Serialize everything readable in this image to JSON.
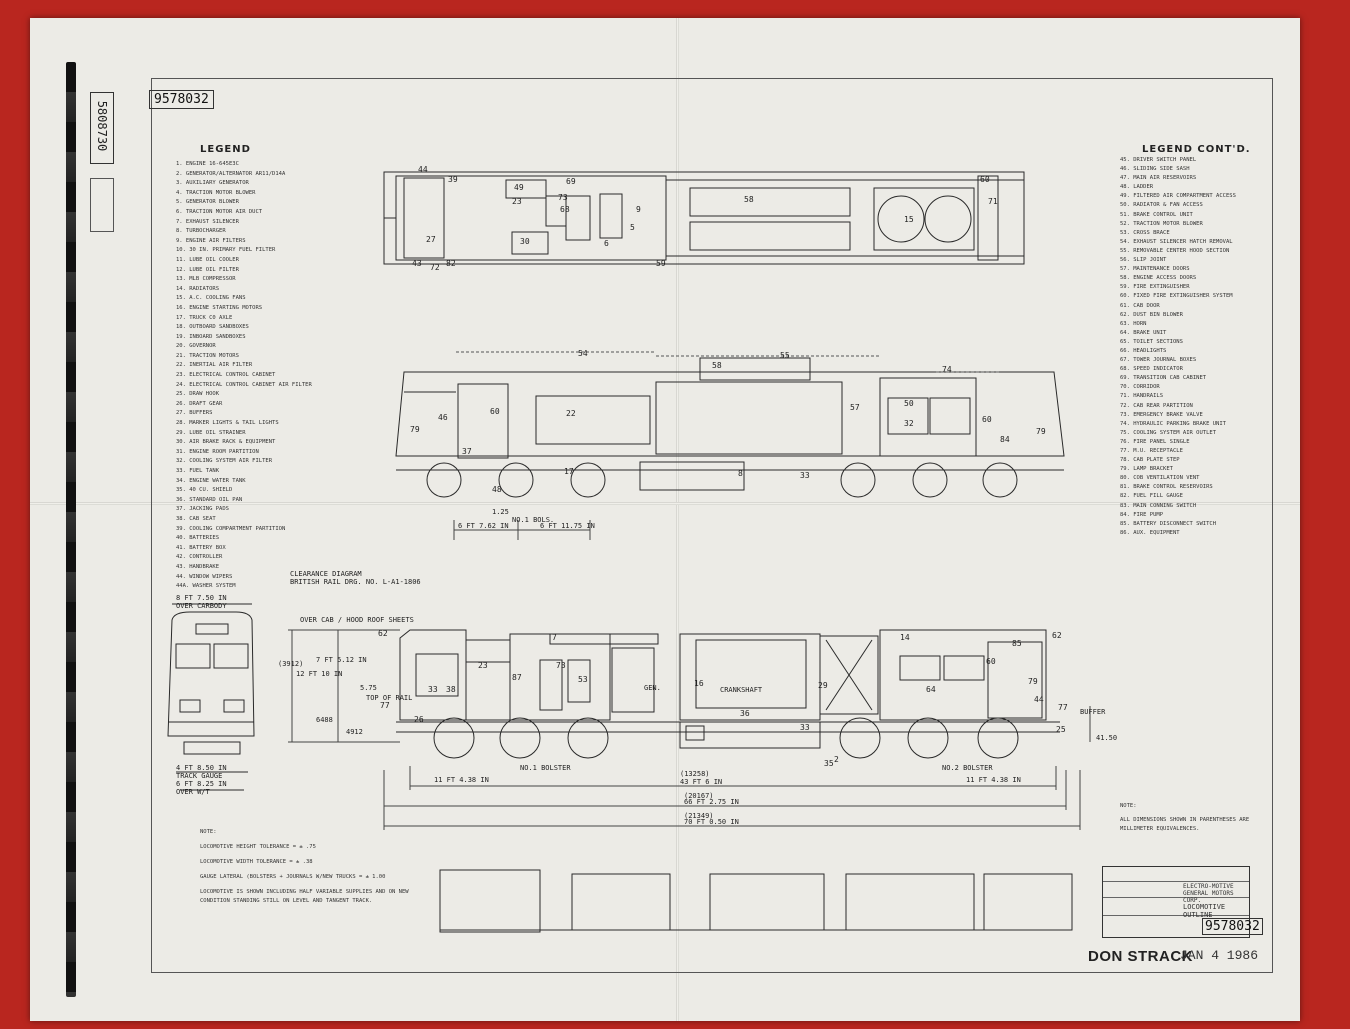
{
  "drawing": {
    "number": "9578032",
    "side_tag": "5808730",
    "title": "LOCOMOTIVE OUTLINE",
    "maker_line1": "ELECTRO-MOTIVE",
    "maker_line2": "GENERAL MOTORS CORP.",
    "annotation": "DON STRACK",
    "annotation_date": "JAN 4 1986"
  },
  "legend": {
    "title": "LEGEND",
    "items": [
      "1.  ENGINE 16-645E3C",
      "2.  GENERATOR/ALTERNATOR AR11/D14A",
      "3.  AUXILIARY GENERATOR",
      "4.  TRACTION MOTOR BLOWER",
      "5.  GENERATOR BLOWER",
      "6.  TRACTION MOTOR AIR DUCT",
      "7.  EXHAUST SILENCER",
      "8.  TURBOCHARGER",
      "9.  ENGINE AIR FILTERS",
      "10. 30 IN. PRIMARY FUEL FILTER",
      "11. LUBE OIL COOLER",
      "12. LUBE OIL FILTER",
      "13. MLB COMPRESSOR",
      "14. RADIATORS",
      "15. A.C. COOLING FANS",
      "16. ENGINE STARTING MOTORS",
      "17. TRUCK C0 AXLE",
      "18. OUTBOARD SANDBOXES",
      "19. INBOARD SANDBOXES",
      "20. GOVERNOR",
      "21. TRACTION MOTORS",
      "22. INERTIAL AIR FILTER",
      "23. ELECTRICAL CONTROL CABINET",
      "24. ELECTRICAL CONTROL CABINET AIR FILTER",
      "25. DRAW HOOK",
      "26. DRAFT GEAR",
      "27. BUFFERS",
      "28. MARKER LIGHTS & TAIL LIGHTS",
      "29. LUBE OIL STRAINER",
      "30. AIR BRAKE RACK & EQUIPMENT",
      "31. ENGINE ROOM PARTITION",
      "32. COOLING SYSTEM AIR FILTER",
      "33. FUEL TANK",
      "34. ENGINE WATER TANK",
      "35. 40 CU. SHIELD",
      "36. STANDARD OIL PAN",
      "37. JACKING PADS",
      "38. CAB SEAT",
      "39. COOLING COMPARTMENT PARTITION",
      "40. BATTERIES",
      "41. BATTERY BOX",
      "42. CONTROLLER",
      "43. HANDBRAKE",
      "44. WINDOW WIPERS",
      "44A. WASHER SYSTEM"
    ]
  },
  "legend_contd": {
    "title": "LEGEND CONT'D.",
    "items": [
      "45. DRIVER SWITCH PANEL",
      "46. SLIDING SIDE SASH",
      "47. MAIN AIR RESERVOIRS",
      "48. LADDER",
      "49. FILTERED AIR COMPARTMENT ACCESS",
      "50. RADIATOR & FAN ACCESS",
      "51. BRAKE CONTROL UNIT",
      "52. TRACTION MOTOR BLOWER",
      "53. CROSS BRACE",
      "54. EXHAUST SILENCER HATCH REMOVAL",
      "55. REMOVABLE CENTER HOOD SECTION",
      "56. SLIP JOINT",
      "57. MAINTENANCE DOORS",
      "58. ENGINE ACCESS DOORS",
      "59. FIRE EXTINGUISHER",
      "60. FIXED FIRE EXTINGUISHER SYSTEM",
      "61. CAB DOOR",
      "62. DUST BIN BLOWER",
      "63. HORN",
      "64. BRAKE UNIT",
      "65. TOILET SECTIONS",
      "66. HEADLIGHTS",
      "67. TOWER JOURNAL BOXES",
      "68. SPEED INDICATOR",
      "69. TRANSITION CAB CABINET",
      "70. CORRIDOR",
      "71. HANDRAILS",
      "72. CAB REAR PARTITION",
      "73. EMERGENCY BRAKE VALVE",
      "74. HYDRAULIC PARKING BRAKE UNIT",
      "75. COOLING SYSTEM AIR OUTLET",
      "76. FIRE PANEL SINGLE",
      "77. M.U. RECEPTACLE",
      "78. CAB PLATE STEP",
      "79. LAMP BRACKET",
      "80. COB VENTILATION VENT",
      "81. BRAKE CONTROL RESERVOIRS",
      "82. FUEL FILL GAUGE",
      "83. MAIN CONNING SWITCH",
      "84. FIRE PUMP",
      "85. BATTERY DISCONNECT SWITCH",
      "86. AUX. EQUIPMENT"
    ]
  },
  "dimensions": {
    "clearance_title": "CLEARANCE DIAGRAM",
    "clearance_sub": "BRITISH RAIL DRG. NO. L-A1-1806",
    "over_carbody": "OVER CARBODY",
    "carbody_width": "8 FT 7.50 IN",
    "track_gauge_label": "TRACK GAUGE",
    "track_gauge": "4 FT 8.50 IN",
    "over_wt": "OVER W/T",
    "over_wt_value": "6 FT 8.25 IN",
    "height_roof": "OVER CAB / HOOD ROOF SHEETS",
    "height_value": "12 FT 10 IN",
    "height_mm": "(3912)",
    "height2": "7 FT 5.12 IN",
    "top_rail": "TOP OF RAIL",
    "bolster_left": "NO.1 BOLSTER",
    "bolster_right": "NO.2 BOLSTER",
    "wb_left": "11 FT 4.38 IN",
    "centers": "43 FT 6 IN",
    "centers_mm": "(13258)",
    "wb_right": "11 FT 4.38 IN",
    "over_couplers": "66 FT 2.75 IN",
    "over_couplers_mm": "(20167)",
    "over_buffers": "70 FT 0.50 IN",
    "over_buffers_mm": "(21349)",
    "axle_left": "6 FT 7.62 IN",
    "axle_right": "6 FT 11.75 IN",
    "axle_center": "1.25",
    "no1_bols": "NO.1 BOLS.",
    "buffer_label": "BUFFER",
    "buffer_height": "41.50",
    "crankshaft": "CRANKSHAFT",
    "gen": "GEN.",
    "dim_6488": "6488",
    "dim_4912": "4912",
    "dim_575": "5.75"
  },
  "notes_left": [
    "NOTE:",
    "LOCOMOTIVE HEIGHT TOLERANCE = ± .75",
    "LOCOMOTIVE WIDTH TOLERANCE = ± .38",
    "GAUGE LATERAL (BOLSTERS + JOURNALS W/NEW TRUCKS = ± 1.00",
    "LOCOMOTIVE IS SHOWN INCLUDING HALF VARIABLE SUPPLIES AND ON NEW CONDITION STANDING STILL ON LEVEL AND TANGENT TRACK."
  ],
  "notes_right": [
    "NOTE:",
    "ALL DIMENSIONS SHOWN IN PARENTHESES ARE MILLIMETER EQUIVALENCES."
  ],
  "part_numbers": {
    "top": [
      "44",
      "39",
      "49",
      "69",
      "73",
      "68",
      "60",
      "58",
      "15",
      "71",
      "30",
      "27",
      "43",
      "72",
      "82",
      "59",
      "23",
      "5",
      "6",
      "9"
    ],
    "side": [
      "54",
      "55",
      "58",
      "74",
      "46",
      "60",
      "22",
      "57",
      "50",
      "32",
      "60",
      "79",
      "37",
      "17",
      "48",
      "8",
      "33",
      "84",
      "79"
    ],
    "section": [
      "62",
      "7",
      "14",
      "23",
      "87",
      "73",
      "53",
      "33",
      "38",
      "77",
      "26",
      "36",
      "33",
      "16",
      "35",
      "29",
      "64",
      "85",
      "60",
      "62",
      "25",
      "77",
      "2",
      "44",
      "79"
    ]
  },
  "colors": {
    "background": "#b9261f",
    "paper": "#ecebe6",
    "ink": "#2a2a2a"
  }
}
